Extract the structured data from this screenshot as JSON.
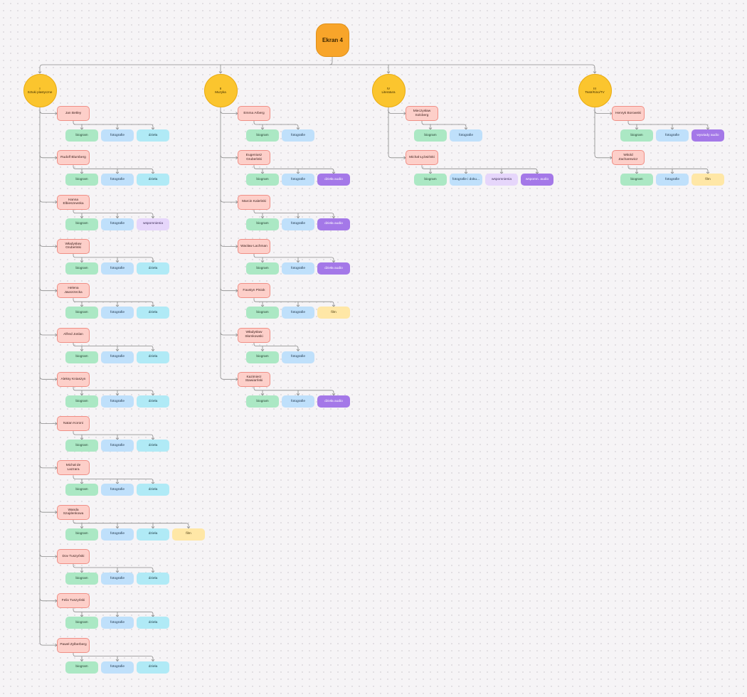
{
  "root": {
    "label": "Ekran 4"
  },
  "categories": [
    {
      "label": "I\nSztuki plastyczne",
      "people": [
        {
          "name": "Jan Betley",
          "items": [
            {
              "label": "biogram",
              "type": "green"
            },
            {
              "label": "fotografie",
              "type": "blue"
            },
            {
              "label": "dzieła",
              "type": "cyan"
            }
          ]
        },
        {
          "name": "Rudolf Blumberg",
          "items": [
            {
              "label": "biogram",
              "type": "green"
            },
            {
              "label": "fotografie",
              "type": "blue"
            },
            {
              "label": "dzieła",
              "type": "cyan"
            }
          ]
        },
        {
          "name": "Hanna Elbieszewska",
          "items": [
            {
              "label": "biogram",
              "type": "green"
            },
            {
              "label": "fotografie",
              "type": "blue"
            },
            {
              "label": "wspomnienia",
              "type": "lilac"
            }
          ]
        },
        {
          "name": "Władysław Grubeński",
          "items": [
            {
              "label": "biogram",
              "type": "green"
            },
            {
              "label": "fotografie",
              "type": "blue"
            },
            {
              "label": "dzieła",
              "type": "cyan"
            }
          ]
        },
        {
          "name": "Helena Jaworzecka",
          "items": [
            {
              "label": "biogram",
              "type": "green"
            },
            {
              "label": "fotografie",
              "type": "blue"
            },
            {
              "label": "dzieła",
              "type": "cyan"
            }
          ]
        },
        {
          "name": "Alfred Joslan",
          "items": [
            {
              "label": "biogram",
              "type": "green"
            },
            {
              "label": "fotografie",
              "type": "blue"
            },
            {
              "label": "dzieła",
              "type": "cyan"
            }
          ]
        },
        {
          "name": "Aleksy Kniaszyn",
          "items": [
            {
              "label": "biogram",
              "type": "green"
            },
            {
              "label": "fotografie",
              "type": "blue"
            },
            {
              "label": "dzieła",
              "type": "cyan"
            }
          ]
        },
        {
          "name": "Natan Koroni",
          "items": [
            {
              "label": "biogram",
              "type": "green"
            },
            {
              "label": "fotografie",
              "type": "blue"
            },
            {
              "label": "dzieła",
              "type": "cyan"
            }
          ]
        },
        {
          "name": "Michał de Lazzara",
          "items": [
            {
              "label": "biogram",
              "type": "green"
            },
            {
              "label": "fotografie",
              "type": "blue"
            },
            {
              "label": "dzieła",
              "type": "cyan"
            }
          ]
        },
        {
          "name": "Wanda Szajdenkowa",
          "items": [
            {
              "label": "biogram",
              "type": "green"
            },
            {
              "label": "fotografie",
              "type": "blue"
            },
            {
              "label": "dzieła",
              "type": "cyan"
            },
            {
              "label": "film",
              "type": "yellow"
            }
          ]
        },
        {
          "name": "Dov Tuszyński",
          "items": [
            {
              "label": "biogram",
              "type": "green"
            },
            {
              "label": "fotografie",
              "type": "blue"
            },
            {
              "label": "dzieła",
              "type": "cyan"
            }
          ]
        },
        {
          "name": "Felix Tuszyński",
          "items": [
            {
              "label": "biogram",
              "type": "green"
            },
            {
              "label": "fotografie",
              "type": "blue"
            },
            {
              "label": "dzieła",
              "type": "cyan"
            }
          ]
        },
        {
          "name": "Paweł Zylberberg",
          "items": [
            {
              "label": "biogram",
              "type": "green"
            },
            {
              "label": "fotografie",
              "type": "blue"
            },
            {
              "label": "dzieła",
              "type": "cyan"
            }
          ]
        }
      ]
    },
    {
      "label": "II\nMuzyka",
      "people": [
        {
          "name": "Emma Arberg",
          "items": [
            {
              "label": "biogram",
              "type": "green"
            },
            {
              "label": "fotografie",
              "type": "blue"
            }
          ]
        },
        {
          "name": "Eugeniusz Grubeński",
          "items": [
            {
              "label": "biogram",
              "type": "green"
            },
            {
              "label": "fotografie",
              "type": "blue"
            },
            {
              "label": "dzieła audio",
              "type": "purple"
            }
          ]
        },
        {
          "name": "Marcin Kaleński",
          "items": [
            {
              "label": "biogram",
              "type": "green"
            },
            {
              "label": "fotografie",
              "type": "blue"
            },
            {
              "label": "dzieła audio",
              "type": "purple"
            }
          ]
        },
        {
          "name": "Wacław Lachman",
          "items": [
            {
              "label": "biogram",
              "type": "green"
            },
            {
              "label": "fotografie",
              "type": "blue"
            },
            {
              "label": "dzieła audio",
              "type": "purple"
            }
          ]
        },
        {
          "name": "Faustyn Pisiok",
          "items": [
            {
              "label": "biogram",
              "type": "green"
            },
            {
              "label": "fotografie",
              "type": "blue"
            },
            {
              "label": "film",
              "type": "yellow"
            }
          ]
        },
        {
          "name": "Władysław Słomkowski",
          "items": [
            {
              "label": "biogram",
              "type": "green"
            },
            {
              "label": "fotografie",
              "type": "blue"
            }
          ]
        },
        {
          "name": "Kazimierz Stawiarński",
          "items": [
            {
              "label": "biogram",
              "type": "green"
            },
            {
              "label": "fotografie",
              "type": "blue"
            },
            {
              "label": "dzieła audio",
              "type": "purple"
            }
          ]
        }
      ]
    },
    {
      "label": "IV\nLiteratura",
      "people": [
        {
          "name": "Mieczysław Solcberg",
          "items": [
            {
              "label": "biogram",
              "type": "green"
            },
            {
              "label": "fotografie",
              "type": "blue"
            }
          ]
        },
        {
          "name": "Michał Łyżwiński",
          "items": [
            {
              "label": "biogram",
              "type": "green"
            },
            {
              "label": "fotografie i doku...",
              "type": "blue"
            },
            {
              "label": "wspomnienia",
              "type": "lilac"
            },
            {
              "label": "wspomn. audio",
              "type": "purple"
            }
          ]
        }
      ]
    },
    {
      "label": "III\nTeatr/Kino/TV",
      "people": [
        {
          "name": "Henryk Borowski",
          "items": [
            {
              "label": "biogram",
              "type": "green"
            },
            {
              "label": "fotografie",
              "type": "blue"
            },
            {
              "label": "wywiady audio",
              "type": "purple"
            }
          ]
        },
        {
          "name": "Witold Zacharewicz",
          "items": [
            {
              "label": "biogram",
              "type": "green"
            },
            {
              "label": "fotografie",
              "type": "blue"
            },
            {
              "label": "film",
              "type": "yellow"
            }
          ]
        }
      ]
    }
  ]
}
